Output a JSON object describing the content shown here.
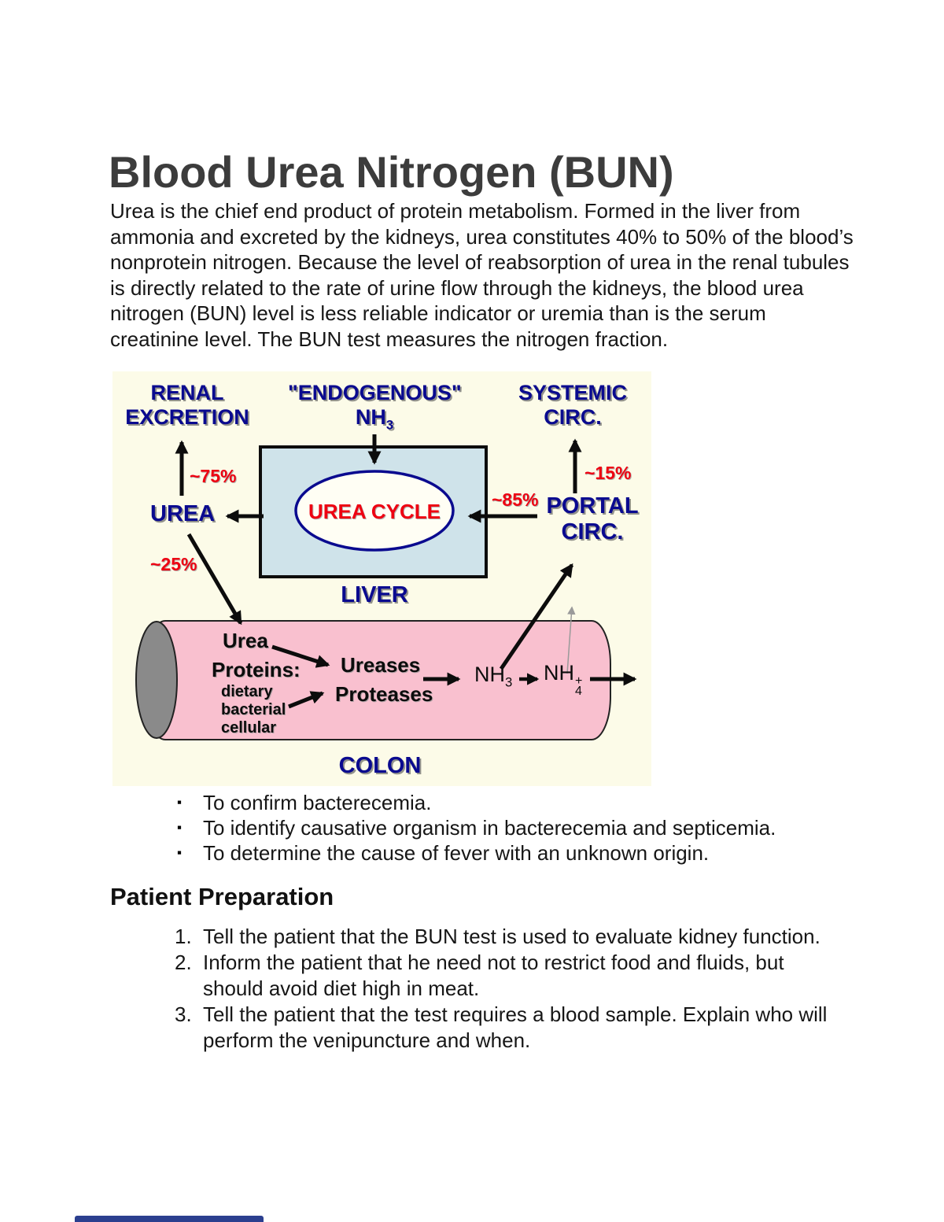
{
  "page": {
    "title": "Blood Urea Nitrogen (BUN)",
    "intro": "Urea is the chief end product of protein metabolism. Formed in the liver from ammonia and excreted by the kidneys, urea constitutes 40% to 50% of the blood’s nonprotein nitrogen. Because the level of reabsorption of urea in the renal tubules is directly related to the rate of urine flow through the kidneys, the blood urea nitrogen (BUN) level is less reliable indicator or uremia than is the serum creatinine level. The BUN test measures the nitrogen fraction.",
    "bullet_marker": "▪",
    "bullets": [
      "To confirm bacterecemia.",
      "To identify causative organism in bacterecemia and septicemia.",
      "To determine the cause of fever with an unknown origin."
    ],
    "section_heading": "Patient Preparation",
    "step_numbers": [
      "1.",
      "2.",
      "3."
    ],
    "steps": [
      "Tell the patient that the BUN test is used to evaluate kidney function.",
      "Inform the patient that he need not to restrict food and fluids, but should avoid diet high in meat.",
      "Tell the patient that the test requires a blood sample. Explain who will perform the venipuncture and when."
    ]
  },
  "diagram": {
    "renal_excretion_line1": "RENAL",
    "renal_excretion_line2": "EXCRETION",
    "endogenous": "\"ENDOGENOUS\"",
    "endogenous_nh": {
      "base": "NH",
      "sub": "3"
    },
    "systemic_line1": "SYSTEMIC",
    "systemic_line2": "CIRC.",
    "portal_line1": "PORTAL",
    "portal_line2": "CIRC.",
    "pct_75": "~75%",
    "pct_25": "~25%",
    "pct_85": "~85%",
    "pct_15": "~15%",
    "urea": "UREA",
    "urea_cycle": "UREA CYCLE",
    "liver": "LIVER",
    "colon": "COLON",
    "colon_urea": "Urea",
    "proteins": "Proteins:",
    "protein_sources": [
      "dietary",
      "bacterial",
      "cellular"
    ],
    "ureases": "Ureases",
    "proteases": "Proteases",
    "nh3": {
      "base": "NH",
      "sub": "3"
    },
    "nh4": {
      "base": "NH",
      "sub": "4",
      "sup": "+"
    },
    "colors": {
      "label_navy": "#0a0a8f",
      "percent_red": "#ee0011",
      "diagram_background": "#FCFBE8",
      "liver_box_fill": "#CFE3EA",
      "ellipse_fill": "#FFFEF4",
      "colon_fill": "#F9C0CF",
      "colon_cap_gray": "#8a8a8a",
      "bottom_bar_blue": "#2b3f8f"
    }
  }
}
